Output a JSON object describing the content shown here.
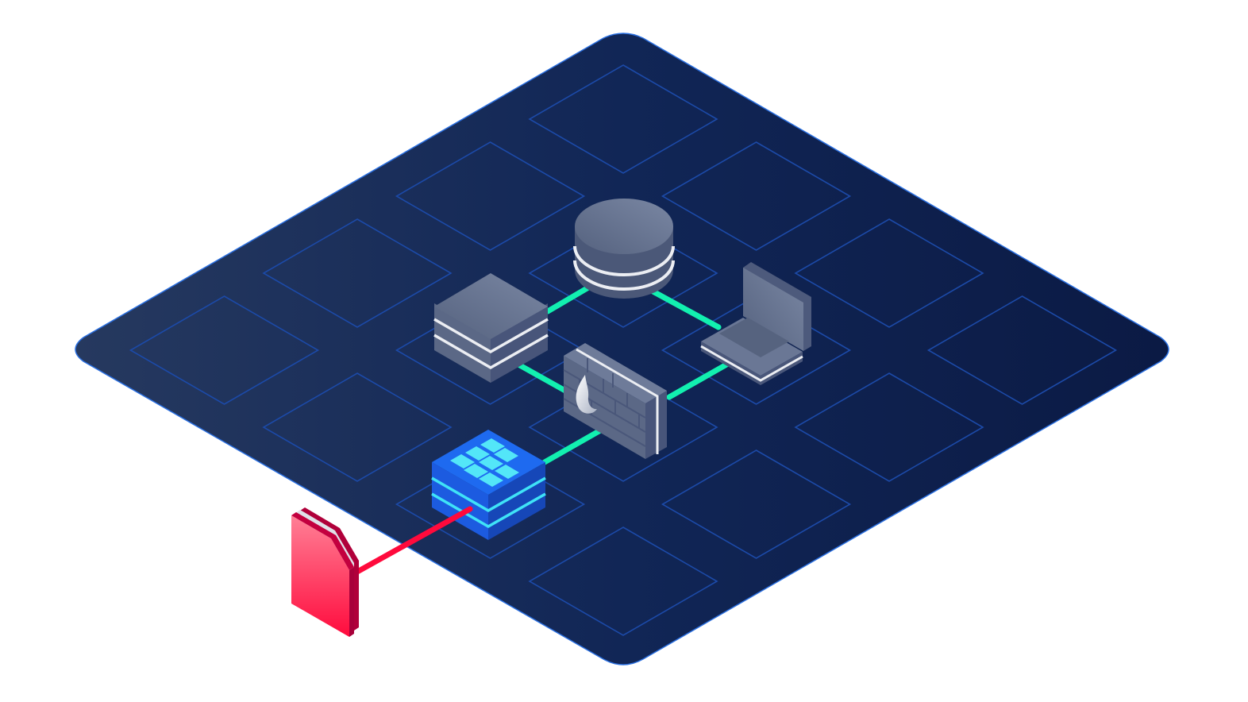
{
  "colors": {
    "background": "#ffffff",
    "board_light": "#23375f",
    "board_dark": "#0b1b45",
    "board_border": "#2a6fe0",
    "tile_outline": "#1c4aa8",
    "node_gray": "#5a6887",
    "node_gray_light": "#6d7a98",
    "node_gray_dark": "#47557a",
    "stripe": "#e8eaf0",
    "link_green": "#12f0b0",
    "link_red": "#ff0a3c",
    "blue_node": "#1a63e8",
    "blue_node_cells": "#49dff5",
    "red_file": "#ff3b63"
  },
  "nodes": [
    {
      "id": "database",
      "icon": "database-icon"
    },
    {
      "id": "server",
      "icon": "server-stack-icon"
    },
    {
      "id": "laptop",
      "icon": "laptop-icon"
    },
    {
      "id": "firewall",
      "icon": "firewall-icon"
    },
    {
      "id": "gateway",
      "icon": "grid-block-icon"
    },
    {
      "id": "external-file",
      "icon": "file-icon"
    }
  ],
  "links": [
    {
      "from": "server",
      "to": "database",
      "status": "secure"
    },
    {
      "from": "database",
      "to": "laptop",
      "status": "secure"
    },
    {
      "from": "server",
      "to": "firewall",
      "status": "secure"
    },
    {
      "from": "firewall",
      "to": "laptop",
      "status": "secure"
    },
    {
      "from": "gateway",
      "to": "firewall",
      "status": "secure"
    },
    {
      "from": "external-file",
      "to": "gateway",
      "status": "threat"
    }
  ]
}
